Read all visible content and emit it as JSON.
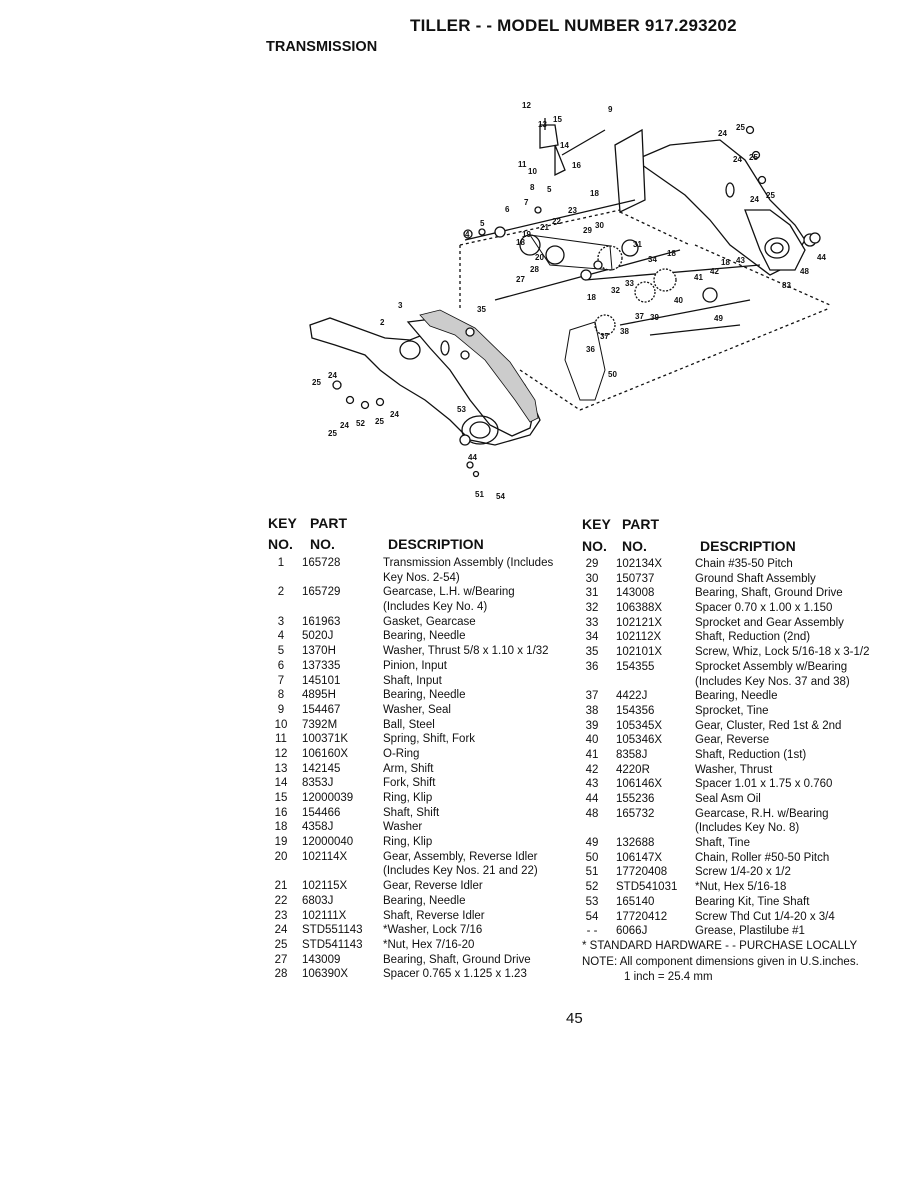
{
  "title": "TILLER - - MODEL NUMBER 917.293202",
  "section": "TRANSMISSION",
  "diagram_callouts": [
    "12",
    "13",
    "15",
    "9",
    "14",
    "16",
    "11",
    "10",
    "8",
    "5",
    "18",
    "7",
    "23",
    "22",
    "30",
    "21",
    "29",
    "6",
    "5",
    "4",
    "19",
    "18",
    "20",
    "31",
    "34",
    "18",
    "28",
    "27",
    "33",
    "32",
    "18",
    "40",
    "37",
    "38",
    "39",
    "36",
    "37",
    "35",
    "3",
    "2",
    "50",
    "25",
    "24",
    "24",
    "52",
    "25",
    "24",
    "25",
    "53",
    "44",
    "51",
    "54",
    "24",
    "25",
    "24",
    "25",
    "24",
    "25",
    "41",
    "42",
    "18",
    "43",
    "48",
    "44",
    "83",
    "49"
  ],
  "headers": {
    "key": "KEY",
    "part": "PART",
    "no1": "NO.",
    "no2": "NO.",
    "description": "DESCRIPTION"
  },
  "left_rows": [
    {
      "key": "1",
      "part": "165728",
      "desc": "Transmission Assembly (Includes"
    },
    {
      "key": "",
      "part": "",
      "desc": "Key Nos. 2-54)"
    },
    {
      "key": "2",
      "part": "165729",
      "desc": "Gearcase, L.H. w/Bearing"
    },
    {
      "key": "",
      "part": "",
      "desc": "(Includes Key No. 4)"
    },
    {
      "key": "3",
      "part": "161963",
      "desc": "Gasket, Gearcase"
    },
    {
      "key": "4",
      "part": "5020J",
      "desc": "Bearing, Needle"
    },
    {
      "key": "5",
      "part": "1370H",
      "desc": "Washer, Thrust 5/8 x 1.10 x 1/32"
    },
    {
      "key": "6",
      "part": "137335",
      "desc": "Pinion, Input"
    },
    {
      "key": "7",
      "part": "145101",
      "desc": "Shaft, Input"
    },
    {
      "key": "8",
      "part": "4895H",
      "desc": "Bearing, Needle"
    },
    {
      "key": "9",
      "part": "154467",
      "desc": "Washer, Seal"
    },
    {
      "key": "10",
      "part": "7392M",
      "desc": "Ball, Steel"
    },
    {
      "key": "11",
      "part": "100371K",
      "desc": "Spring, Shift, Fork"
    },
    {
      "key": "12",
      "part": "106160X",
      "desc": "O-Ring"
    },
    {
      "key": "13",
      "part": "142145",
      "desc": "Arm, Shift"
    },
    {
      "key": "14",
      "part": "8353J",
      "desc": "Fork, Shift"
    },
    {
      "key": "15",
      "part": "12000039",
      "desc": "Ring, Klip"
    },
    {
      "key": "16",
      "part": "154466",
      "desc": "Shaft, Shift"
    },
    {
      "key": "18",
      "part": "4358J",
      "desc": "Washer"
    },
    {
      "key": "19",
      "part": "12000040",
      "desc": "Ring, Klip"
    },
    {
      "key": "20",
      "part": "102114X",
      "desc": "Gear, Assembly, Reverse Idler"
    },
    {
      "key": "",
      "part": "",
      "desc": "(Includes Key Nos. 21 and 22)"
    },
    {
      "key": "21",
      "part": "102115X",
      "desc": "Gear, Reverse Idler"
    },
    {
      "key": "22",
      "part": "6803J",
      "desc": "Bearing, Needle"
    },
    {
      "key": "23",
      "part": "102111X",
      "desc": "Shaft, Reverse Idler"
    },
    {
      "key": "24",
      "part": "STD551143",
      "desc": "*Washer, Lock 7/16"
    },
    {
      "key": "25",
      "part": "STD541143",
      "desc": "*Nut, Hex 7/16-20"
    },
    {
      "key": "27",
      "part": "143009",
      "desc": "Bearing, Shaft, Ground Drive"
    },
    {
      "key": "28",
      "part": "106390X",
      "desc": "Spacer 0.765 x 1.125 x 1.23"
    }
  ],
  "right_rows": [
    {
      "key": "29",
      "part": "102134X",
      "desc": "Chain #35-50 Pitch"
    },
    {
      "key": "30",
      "part": "150737",
      "desc": "Ground Shaft Assembly"
    },
    {
      "key": "31",
      "part": "143008",
      "desc": "Bearing, Shaft, Ground Drive"
    },
    {
      "key": "32",
      "part": "106388X",
      "desc": "Spacer 0.70 x 1.00 x 1.150"
    },
    {
      "key": "33",
      "part": "102121X",
      "desc": "Sprocket and Gear Assembly"
    },
    {
      "key": "34",
      "part": "102112X",
      "desc": "Shaft, Reduction (2nd)"
    },
    {
      "key": "35",
      "part": "102101X",
      "desc": "Screw, Whiz, Lock 5/16-18 x 3-1/2"
    },
    {
      "key": "36",
      "part": "154355",
      "desc": "Sprocket Assembly w/Bearing"
    },
    {
      "key": "",
      "part": "",
      "desc": "(Includes Key Nos. 37 and 38)"
    },
    {
      "key": "37",
      "part": "4422J",
      "desc": "Bearing, Needle"
    },
    {
      "key": "38",
      "part": "154356",
      "desc": "Sprocket, Tine"
    },
    {
      "key": "39",
      "part": "105345X",
      "desc": "Gear, Cluster, Red 1st & 2nd"
    },
    {
      "key": "40",
      "part": "105346X",
      "desc": "Gear, Reverse"
    },
    {
      "key": "41",
      "part": "8358J",
      "desc": "Shaft, Reduction (1st)"
    },
    {
      "key": "42",
      "part": "4220R",
      "desc": "Washer, Thrust"
    },
    {
      "key": "43",
      "part": "106146X",
      "desc": "Spacer 1.01 x 1.75 x 0.760"
    },
    {
      "key": "44",
      "part": "155236",
      "desc": "Seal Asm Oil"
    },
    {
      "key": "48",
      "part": "165732",
      "desc": "Gearcase, R.H. w/Bearing"
    },
    {
      "key": "",
      "part": "",
      "desc": "(Includes Key No. 8)"
    },
    {
      "key": "49",
      "part": "132688",
      "desc": "Shaft, Tine"
    },
    {
      "key": "50",
      "part": "106147X",
      "desc": "Chain, Roller #50-50 Pitch"
    },
    {
      "key": "51",
      "part": "17720408",
      "desc": "Screw 1/4-20 x 1/2"
    },
    {
      "key": "52",
      "part": "STD541031",
      "desc": "*Nut, Hex 5/16-18"
    },
    {
      "key": "53",
      "part": "165140",
      "desc": "Bearing Kit, Tine Shaft"
    },
    {
      "key": "54",
      "part": "17720412",
      "desc": "Screw Thd Cut 1/4-20 x 3/4"
    },
    {
      "key": "- -",
      "part": "6066J",
      "desc": "Grease, Plastilube #1"
    }
  ],
  "footnotes": {
    "standard": "* STANDARD HARDWARE - - PURCHASE LOCALLY",
    "note": "NOTE:  All component dimensions given in U.S.inches.",
    "conversion": "1 inch = 25.4 mm"
  },
  "page_number": "45"
}
